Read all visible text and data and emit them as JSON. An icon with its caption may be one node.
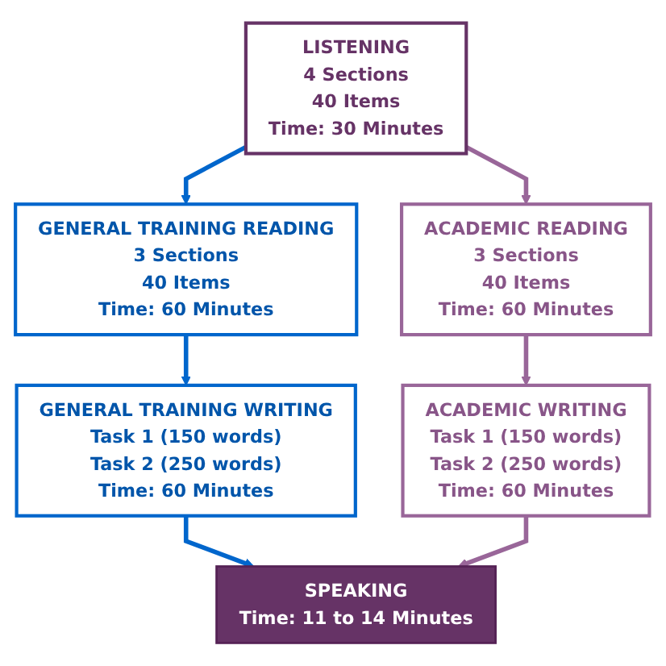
{
  "diagram": {
    "nodes": [
      {
        "text": [
          "LISTENING",
          "4 Sections",
          "40 Items",
          "Time: 30 Minutes"
        ]
      },
      {
        "text": [
          "GENERAL TRAINING READING",
          "3 Sections",
          "40 Items",
          "Time: 60 Minutes"
        ]
      },
      {
        "text": [
          "ACADEMIC READING",
          "3 Sections",
          "40 Items",
          "Time: 60 Minutes"
        ]
      },
      {
        "text": [
          "GENERAL TRAINING WRITING",
          "Task 1 (150 words)",
          "Task 2 (250 words)",
          "Time: 60 Minutes"
        ]
      },
      {
        "text": [
          "ACADEMIC WRITING",
          "Task 1 (150 words)",
          "Task 2 (250 words)",
          "Time: 60 Minutes"
        ]
      },
      {
        "text": [
          "SPEAKING",
          "Time: 11 to 14 Minutes"
        ]
      }
    ],
    "edges": [
      {
        "from": 0,
        "to": 1,
        "arrow": "to",
        "color": "#0066cc"
      },
      {
        "from": 0,
        "to": 2,
        "arrow": "to",
        "color": "#996699"
      },
      {
        "from": 1,
        "to": 3,
        "arrow": "to",
        "color": "#0066cc"
      },
      {
        "from": 2,
        "to": 4,
        "arrow": "to",
        "color": "#996699"
      },
      {
        "from": 3,
        "to": 5,
        "arrow": "to",
        "color": "#0066cc"
      },
      {
        "from": 4,
        "to": 5,
        "arrow": "to",
        "color": "#996699"
      }
    ]
  }
}
